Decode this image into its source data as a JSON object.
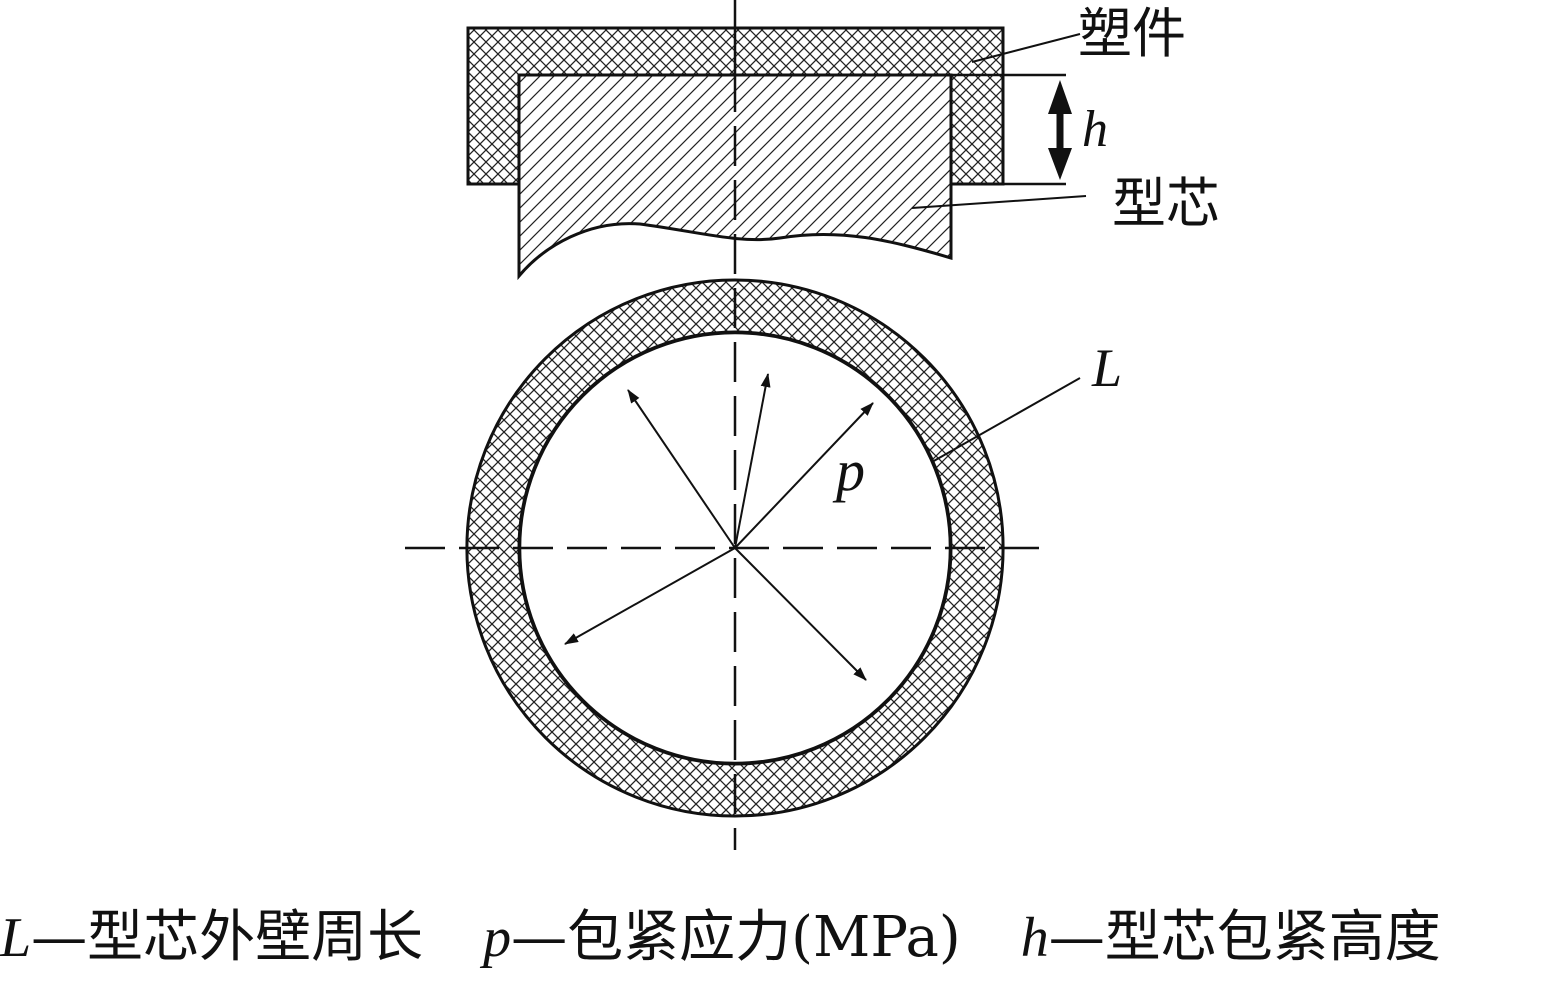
{
  "labels": {
    "part": "塑件",
    "core": "型芯",
    "height_symbol": "h",
    "perimeter_symbol": "L",
    "pressure_symbol": "p"
  },
  "legend": [
    {
      "symbol": "L",
      "text": "—型芯外壁周长"
    },
    {
      "symbol": "p",
      "text": "—包紧应力(MPa)"
    },
    {
      "symbol": "h",
      "text": "—型芯包紧高度"
    }
  ]
}
